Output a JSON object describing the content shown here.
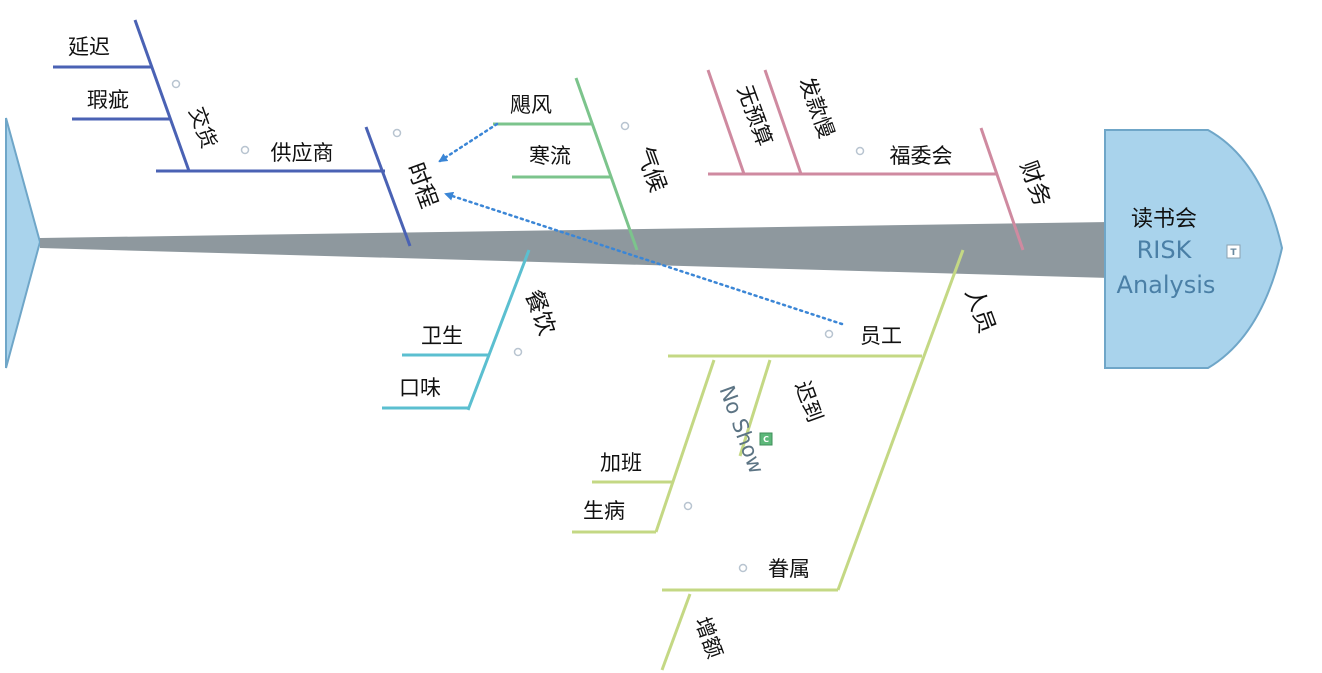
{
  "head": {
    "title": "读书会",
    "line1": "RISK",
    "line2": "Analysis",
    "note_marker": "T"
  },
  "colors": {
    "spine": "#8e989e",
    "head_fill": "#a9d3ec",
    "head_text": "#4a7fa6",
    "schedule": "#4a62b4",
    "climate": "#7cc48c",
    "finance": "#cf8aa0",
    "catering": "#5bbfd0",
    "personnel": "#c4d884",
    "arrow": "#3b86d6",
    "noshow": "#5c7484"
  },
  "branches": {
    "schedule": {
      "label": "时程",
      "supplier": "供应商",
      "delivery": "交货",
      "delay": "延迟",
      "defect": "瑕疵"
    },
    "climate": {
      "label": "气候",
      "typhoon": "飓风",
      "coldfront": "寒流"
    },
    "finance": {
      "label": "财务",
      "committee": "福委会",
      "no_budget": "无预算",
      "slow_payment": "发款慢"
    },
    "catering": {
      "label": "餐饮",
      "hygiene": "卫生",
      "taste": "口味"
    },
    "personnel": {
      "label": "人员",
      "staff": "员工",
      "late": "迟到",
      "late_marker": "C",
      "noshow": "No Show",
      "overtime": "加班",
      "sick": "生病",
      "family": "眷属",
      "extra": "增额"
    }
  }
}
